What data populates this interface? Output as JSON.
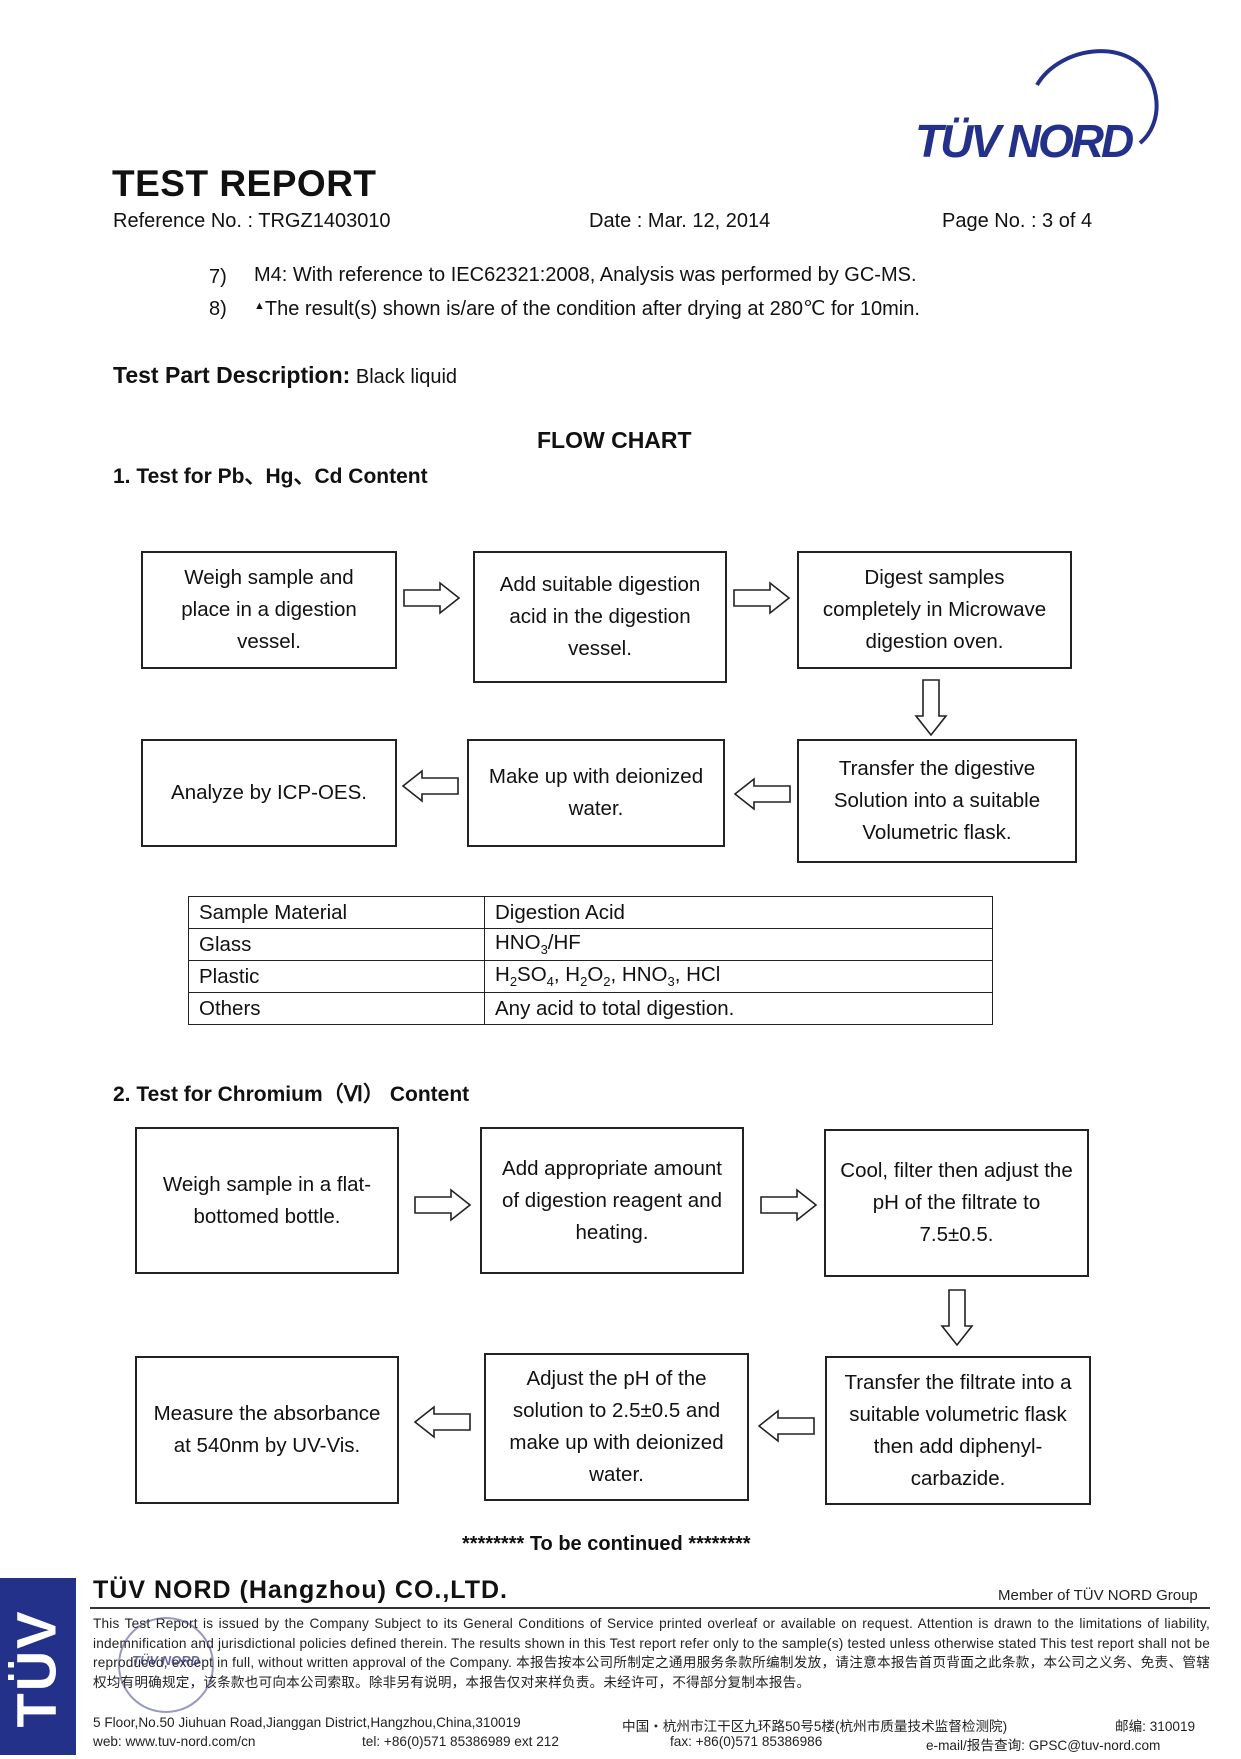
{
  "header": {
    "logo_text": "TÜV NORD",
    "title": "TEST REPORT",
    "reference": "Reference No. : TRGZ1403010",
    "date": "Date : Mar. 12, 2014",
    "page": "Page No. : 3 of 4"
  },
  "notes": [
    {
      "num": "7)",
      "text": "M4: With reference to IEC62321:2008, Analysis was performed by GC-MS."
    },
    {
      "num": "8)",
      "marker": "▲",
      "text": "The result(s) shown is/are of the condition after drying at 280℃  for 10min."
    }
  ],
  "part_description": {
    "label": "Test Part Description:",
    "value": "Black liquid"
  },
  "flow_title": "FLOW CHART",
  "section1": {
    "title": "1.   Test for Pb、Hg、Cd Content",
    "steps": [
      "Weigh sample and place in a digestion vessel.",
      "Add suitable digestion acid in the digestion vessel.",
      "Digest samples completely in Microwave digestion oven.",
      "Transfer the digestive Solution into a suitable Volumetric flask.",
      "Make up with deionized water.",
      "Analyze by ICP-OES."
    ],
    "table": {
      "headers": [
        "Sample Material",
        "Digestion Acid"
      ],
      "rows": [
        [
          "Glass",
          "HNO3/HF"
        ],
        [
          "Plastic",
          "H2SO4, H2O2, HNO3, HCl"
        ],
        [
          "Others",
          "Any acid to total digestion."
        ]
      ]
    }
  },
  "section2": {
    "title": "2. Test for Chromium（Ⅵ）  Content",
    "steps": [
      "Weigh sample in a flat-bottomed bottle.",
      "Add appropriate amount of digestion reagent and heating.",
      "Cool, filter then adjust the pH of the filtrate to 7.5±0.5.",
      "Transfer the filtrate into a suitable volumetric flask then add diphenyl-carbazide.",
      "Adjust the pH of the solution to 2.5±0.5 and make up with deionized water.",
      "Measure the absorbance at 540nm by UV-Vis."
    ]
  },
  "continued": "******** To be continued ********",
  "footer": {
    "side_logo": "TÜV",
    "company": "TÜV NORD (Hangzhou) CO.,LTD.",
    "member": "Member of TÜV NORD Group",
    "disclaimer": "This Test Report is issued by the Company Subject to its General Conditions of Service printed overleaf or available on request. Attention is drawn to the limitations of liability, indemnification and jurisdictional policies defined therein. The results shown in this Test report refer only to the sample(s) tested unless otherwise stated This test report shall not be reproduced, except in full, without written approval of the Company.  本报告按本公司所制定之通用服务条款所编制发放，请注意本报告首页背面之此条款，本公司之义务、免责、管辖权均有明确规定，该条款也可向本公司索取。除非另有说明，本报告仅对来样负责。未经许可，不得部分复制本报告。",
    "address_en": "5 Floor,No.50 Jiuhuan Road,Jianggan District,Hangzhou,China,310019",
    "address_cn": "中国・杭州市江干区九环路50号5楼(杭州市质量技术监督检测院)",
    "postcode": "邮编: 310019",
    "web": "web: www.tuv-nord.com/cn",
    "tel": "tel: +86(0)571 85386989 ext 212",
    "fax": "fax: +86(0)571 85386986",
    "email": "e-mail/报告查询: GPSC@tuv-nord.com",
    "stamp_text": "TÜV NORD"
  }
}
